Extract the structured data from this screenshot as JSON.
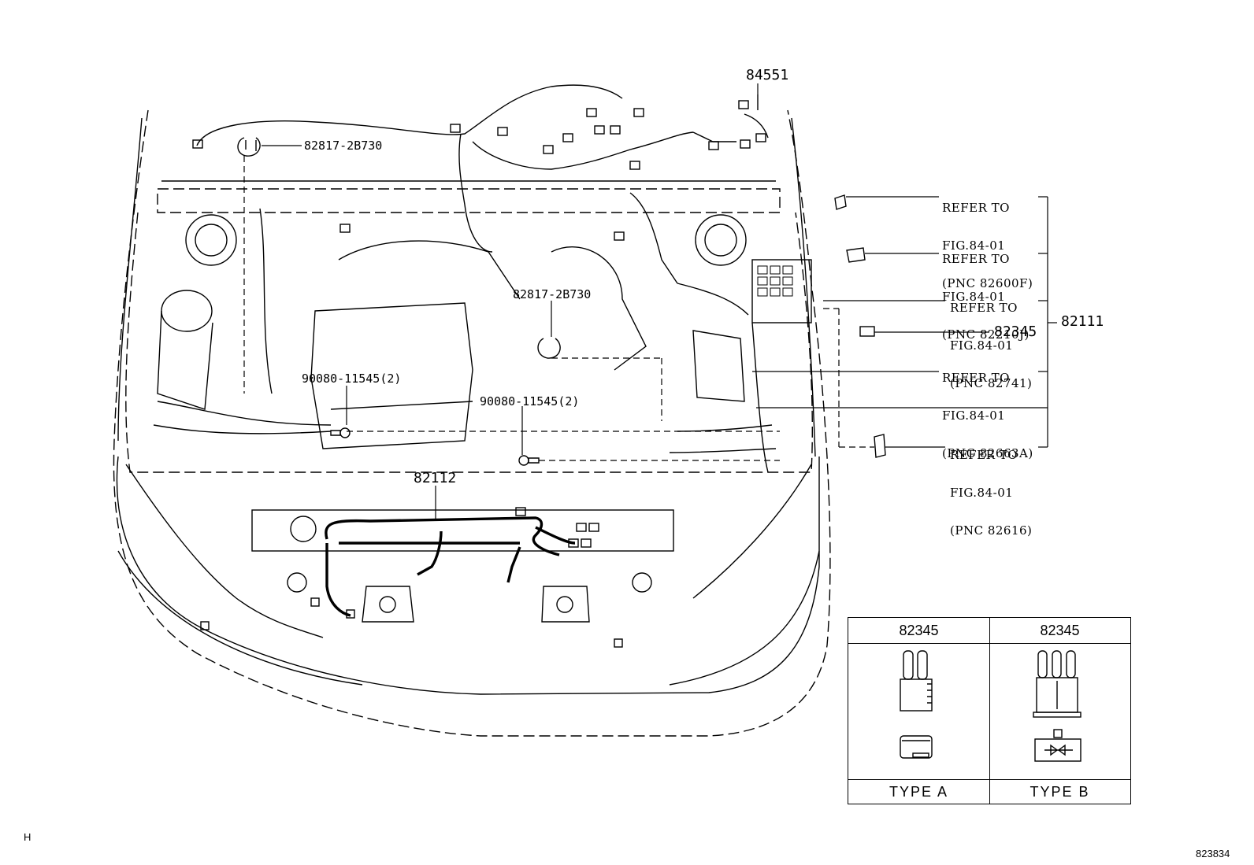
{
  "labels": {
    "p84551": "84551",
    "p82817_top": "82817-2B730",
    "p82817_mid": "82817-2B730",
    "p90080_left": "90080-11545(2)",
    "p90080_right": "90080-11545(2)",
    "p82112": "82112",
    "p82345": "82345",
    "p82111": "82111"
  },
  "refer_notes": [
    {
      "line1": "REFER TO",
      "line2": "FIG.84-01",
      "line3": "(PNC 82600F)"
    },
    {
      "line1": "REFER TO",
      "line2": "FIG.84-01",
      "line3": "(PNC 82210J)"
    },
    {
      "line1": "REFER TO",
      "line2": "FIG.84-01",
      "line3": "(PNC 82741)"
    },
    {
      "line1": "REFER TO",
      "line2": "FIG.84-01",
      "line3": "(PNC 82663A)"
    },
    {
      "line1": "REFER TO",
      "line2": "FIG.84-01",
      "line3": "(PNC 82616)"
    }
  ],
  "legend": {
    "type_a": {
      "part": "82345",
      "caption": "TYPE  A"
    },
    "type_b": {
      "part": "82345",
      "caption": "TYPE  B"
    }
  },
  "footer": {
    "corner_mark": "H",
    "diagram_number": "823834"
  }
}
